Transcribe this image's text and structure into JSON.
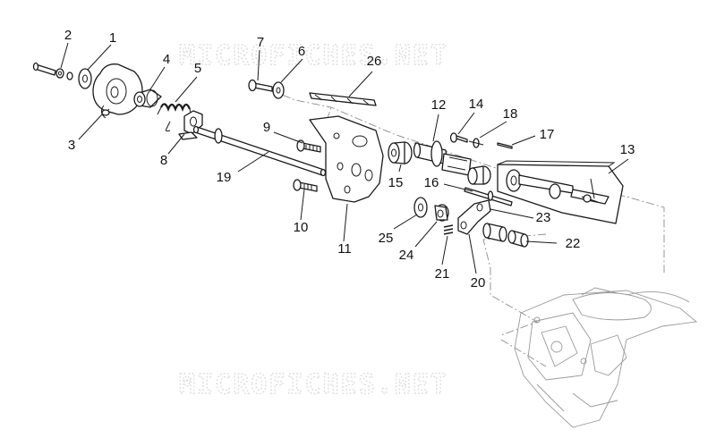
{
  "watermark": {
    "text": "MICROFICHES.NET"
  },
  "callouts": [
    {
      "id": "1",
      "label": "1"
    },
    {
      "id": "2",
      "label": "2"
    },
    {
      "id": "3",
      "label": "3"
    },
    {
      "id": "4",
      "label": "4"
    },
    {
      "id": "5",
      "label": "5"
    },
    {
      "id": "6",
      "label": "6"
    },
    {
      "id": "7",
      "label": "7"
    },
    {
      "id": "8",
      "label": "8"
    },
    {
      "id": "9",
      "label": "9"
    },
    {
      "id": "10",
      "label": "10"
    },
    {
      "id": "11",
      "label": "11"
    },
    {
      "id": "12",
      "label": "12"
    },
    {
      "id": "13",
      "label": "13"
    },
    {
      "id": "14",
      "label": "14"
    },
    {
      "id": "15",
      "label": "15"
    },
    {
      "id": "16",
      "label": "16"
    },
    {
      "id": "17",
      "label": "17"
    },
    {
      "id": "18",
      "label": "18"
    },
    {
      "id": "19",
      "label": "19"
    },
    {
      "id": "20",
      "label": "20"
    },
    {
      "id": "21",
      "label": "21"
    },
    {
      "id": "22",
      "label": "22"
    },
    {
      "id": "23",
      "label": "23"
    },
    {
      "id": "24",
      "label": "24"
    },
    {
      "id": "25",
      "label": "25"
    },
    {
      "id": "26",
      "label": "26"
    }
  ]
}
